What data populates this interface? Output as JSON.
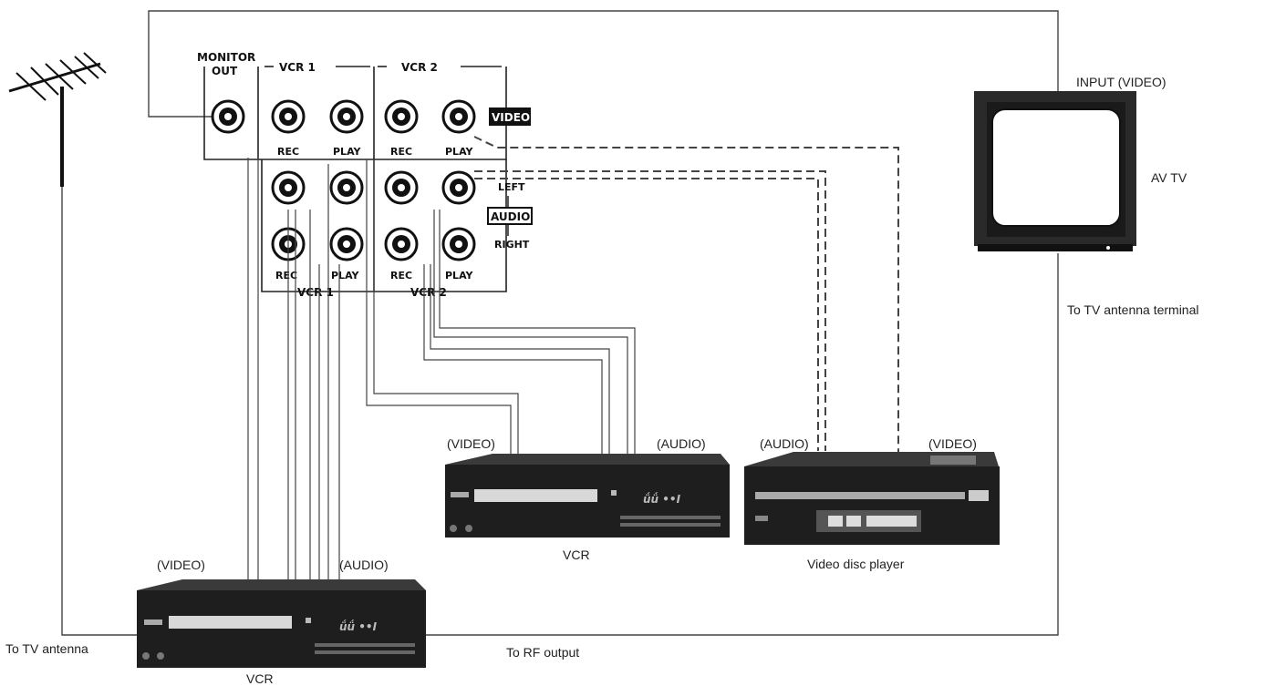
{
  "panel": {
    "monitor_out_line1": "MONITOR",
    "monitor_out_line2": "OUT",
    "vcr1_header": "VCR 1",
    "vcr2_header": "VCR 2",
    "vcr1_footer": "VCR 1",
    "vcr2_footer": "VCR 2",
    "video_tag": "VIDEO",
    "audio_tag": "AUDIO",
    "left": "LEFT",
    "right": "RIGHT",
    "rec": "REC",
    "play": "PLAY"
  },
  "labels": {
    "tv_input": "INPUT (VIDEO)",
    "tv_name": "AV TV",
    "tv_antenna_terminal": "To TV antenna terminal",
    "vcr_mid_video": "(VIDEO)",
    "vcr_mid_audio": "(AUDIO)",
    "vdp_audio": "(AUDIO)",
    "vdp_video": "(VIDEO)",
    "vcr_mid_name": "VCR",
    "vdp_name": "Video disc player",
    "vcr_bottom_video": "(VIDEO)",
    "vcr_bottom_audio": "(AUDIO)",
    "vcr_bottom_name": "VCR",
    "to_tv_antenna": "To TV antenna",
    "to_rf_output": "To RF output"
  }
}
